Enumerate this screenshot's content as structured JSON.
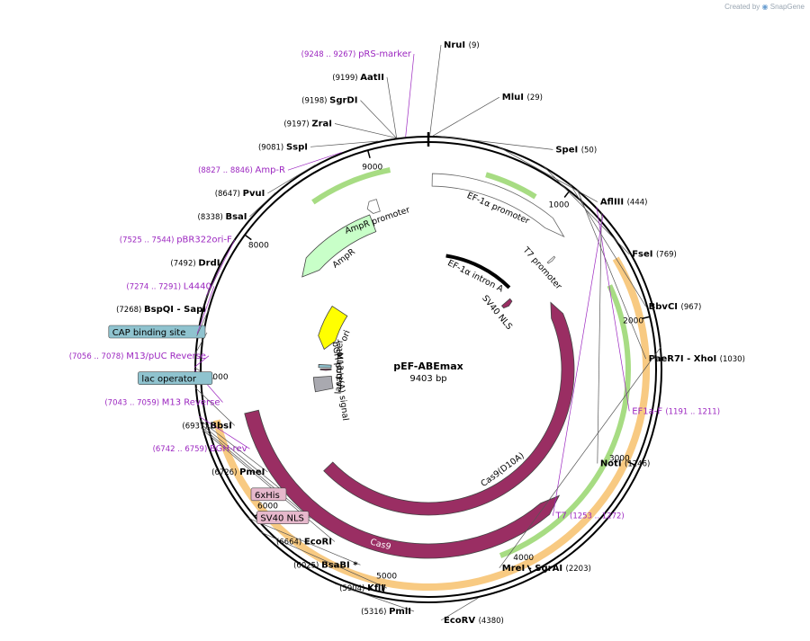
{
  "credit": {
    "prefix": "Created by",
    "brand": "SnapGene"
  },
  "plasmid": {
    "name": "pEF-ABEmax",
    "length": 9403,
    "length_label": "9403 bp"
  },
  "colors": {
    "enzyme": "#000000",
    "primer": "#9c27c0",
    "cds": "#9a2e63",
    "promoter": "#ffffff",
    "promoter_stroke": "#666666",
    "green_feature": "#c8ffc8",
    "ori": "#ffff00",
    "orange_highlight": "#f5b858",
    "green_highlight": "#8ad05a",
    "misc_box": "#8fc3cf",
    "tag_box": "#e6b8cc"
  },
  "ticks": [
    {
      "bp": 1000,
      "label": "1000"
    },
    {
      "bp": 2000,
      "label": "2000"
    },
    {
      "bp": 3000,
      "label": "3000"
    },
    {
      "bp": 4000,
      "label": "4000"
    },
    {
      "bp": 5000,
      "label": "5000"
    },
    {
      "bp": 6000,
      "label": "6000"
    },
    {
      "bp": 7000,
      "label": "7000"
    },
    {
      "bp": 8000,
      "label": "8000"
    },
    {
      "bp": 9000,
      "label": "9000"
    }
  ],
  "sites": [
    {
      "name": "NruI",
      "pos_label": "(9)",
      "bp": 9,
      "type": "enzyme"
    },
    {
      "name": "MluI",
      "pos_label": "(29)",
      "bp": 29,
      "type": "enzyme"
    },
    {
      "name": "SpeI",
      "pos_label": "(50)",
      "bp": 50,
      "type": "enzyme"
    },
    {
      "name": "AflIII",
      "pos_label": "(444)",
      "bp": 444,
      "type": "enzyme"
    },
    {
      "name": "FseI",
      "pos_label": "(769)",
      "bp": 769,
      "type": "enzyme"
    },
    {
      "name": "BbvCI",
      "pos_label": "(967)",
      "bp": 967,
      "type": "enzyme"
    },
    {
      "name": "PaeR7I  - XhoI",
      "pos_label": "(1030)",
      "bp": 1030,
      "type": "enzyme"
    },
    {
      "name": "EF1a-F",
      "pos_label": "(1191 .. 1211)",
      "bp": 1200,
      "type": "primer"
    },
    {
      "name": "NotI",
      "pos_label": "(1246)",
      "bp": 1246,
      "type": "enzyme"
    },
    {
      "name": "T7",
      "pos_label": "(1253 .. 1272)",
      "bp": 1262,
      "type": "primer"
    },
    {
      "name": "MreI  - SgrAI",
      "pos_label": "(2203)",
      "bp": 2203,
      "type": "enzyme"
    },
    {
      "name": "EcoRV",
      "pos_label": "(4380)",
      "bp": 4380,
      "type": "enzyme"
    },
    {
      "name": "PmlI",
      "pos_label": "(5316)",
      "bp": 5316,
      "type": "enzyme"
    },
    {
      "name": "KflI",
      "pos_label": "(5904)",
      "bp": 5904,
      "type": "enzyme"
    },
    {
      "name": "BsaBI *",
      "pos_label": "(6025)",
      "bp": 6025,
      "type": "enzyme"
    },
    {
      "name": "EcoRI",
      "pos_label": "(6664)",
      "bp": 6664,
      "type": "enzyme"
    },
    {
      "name": "SV40 NLS",
      "pos_label": "",
      "bp": 6680,
      "type": "tag"
    },
    {
      "name": "6xHis",
      "pos_label": "",
      "bp": 6700,
      "type": "tag"
    },
    {
      "name": "PmeI",
      "pos_label": "(6726)",
      "bp": 6726,
      "type": "enzyme"
    },
    {
      "name": "BGH-rev",
      "pos_label": "(6742 .. 6759)",
      "bp": 6750,
      "type": "primer"
    },
    {
      "name": "BbsI",
      "pos_label": "(6937)",
      "bp": 6937,
      "type": "enzyme"
    },
    {
      "name": "M13 Reverse",
      "pos_label": "(7043 .. 7059)",
      "bp": 7051,
      "type": "primer"
    },
    {
      "name": "lac operator",
      "pos_label": "",
      "bp": 7065,
      "type": "misc"
    },
    {
      "name": "M13/pUC Reverse",
      "pos_label": "(7056 .. 7078)",
      "bp": 7067,
      "type": "primer"
    },
    {
      "name": "CAP binding site",
      "pos_label": "",
      "bp": 7150,
      "type": "misc"
    },
    {
      "name": "BspQI  - SapI",
      "pos_label": "(7268)",
      "bp": 7268,
      "type": "enzyme"
    },
    {
      "name": "L4440",
      "pos_label": "(7274 .. 7291)",
      "bp": 7282,
      "type": "primer"
    },
    {
      "name": "DrdI",
      "pos_label": "(7492)",
      "bp": 7492,
      "type": "enzyme"
    },
    {
      "name": "pBR322ori-F",
      "pos_label": "(7525 .. 7544)",
      "bp": 7534,
      "type": "primer"
    },
    {
      "name": "BsaI",
      "pos_label": "(8338)",
      "bp": 8338,
      "type": "enzyme"
    },
    {
      "name": "PvuI",
      "pos_label": "(8647)",
      "bp": 8647,
      "type": "enzyme"
    },
    {
      "name": "Amp-R",
      "pos_label": "(8827 .. 8846)",
      "bp": 8836,
      "type": "primer"
    },
    {
      "name": "SspI",
      "pos_label": "(9081)",
      "bp": 9081,
      "type": "enzyme"
    },
    {
      "name": "ZraI",
      "pos_label": "(9197)",
      "bp": 9197,
      "type": "enzyme"
    },
    {
      "name": "SgrDI",
      "pos_label": "(9198)",
      "bp": 9198,
      "type": "enzyme"
    },
    {
      "name": "AatII",
      "pos_label": "(9199)",
      "bp": 9199,
      "type": "enzyme"
    },
    {
      "name": "pRS-marker",
      "pos_label": "(9248 .. 9267)",
      "bp": 9257,
      "type": "primer"
    }
  ],
  "features": [
    {
      "name": "EF-1α promoter",
      "start": 30,
      "end": 1190,
      "type": "promoter",
      "dir": 1
    },
    {
      "name": "T7 promoter",
      "start": 1253,
      "end": 1272,
      "type": "promoter",
      "dir": 1
    },
    {
      "name": "SV40 NLS",
      "start": 1280,
      "end": 1350,
      "type": "cds",
      "dir": 1
    },
    {
      "name": "EF-1α intron A",
      "start": 230,
      "end": 1165,
      "type": "line",
      "dir": 0
    },
    {
      "name": "Cas9",
      "start": 3500,
      "end": 6700,
      "type": "cds",
      "dir": -1
    },
    {
      "name": "Cas9(D10A)",
      "start": 1600,
      "end": 5900,
      "type": "cds",
      "dir": -1
    },
    {
      "name": "bGH poly(A) signal",
      "start": 6760,
      "end": 6950,
      "type": "grey",
      "dir": 0
    },
    {
      "name": "M13 rev",
      "start": 7040,
      "end": 7060,
      "type": "cds",
      "dir": -1
    },
    {
      "name": "lac promoter",
      "start": 7080,
      "end": 7120,
      "type": "misc",
      "dir": 0
    },
    {
      "name": "ori",
      "start": 7340,
      "end": 7925,
      "type": "ori",
      "dir": -1
    },
    {
      "name": "AmpR",
      "start": 8000,
      "end": 8860,
      "type": "green",
      "dir": -1
    },
    {
      "name": "AmpR promoter",
      "start": 8860,
      "end": 8960,
      "type": "promoter",
      "dir": -1
    }
  ]
}
